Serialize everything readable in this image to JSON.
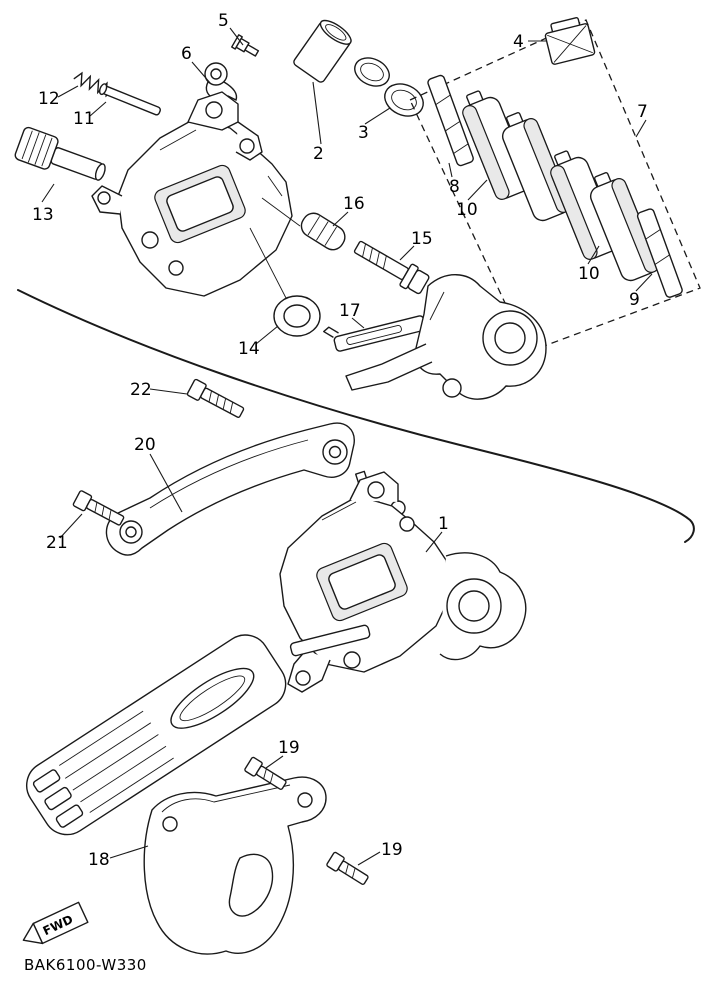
{
  "diagram": {
    "code": "BAK6100-W330",
    "fwd_label": "FWD",
    "background_color": "#ffffff",
    "line_color": "#1a1a1a",
    "part_labels": [
      "5",
      "6",
      "12",
      "11",
      "13",
      "2",
      "3",
      "4",
      "7",
      "8",
      "10",
      "10",
      "9",
      "16",
      "15",
      "14",
      "17",
      "22",
      "20",
      "21",
      "1",
      "19",
      "19",
      "18"
    ]
  }
}
